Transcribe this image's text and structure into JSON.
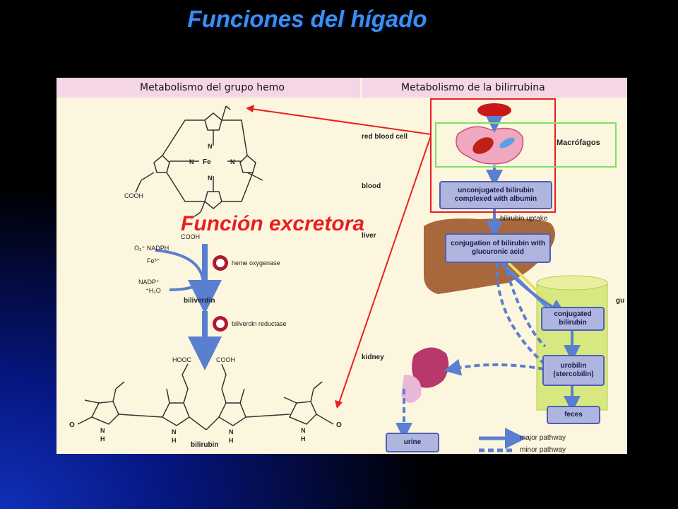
{
  "slide": {
    "title": "Funciones del hígado",
    "overlay": "Función excretora"
  },
  "left": {
    "header": "Metabolismo del grupo hemo",
    "heme": {
      "fe": "Fe",
      "n": "N",
      "cooh": "COOH"
    },
    "reaction1": {
      "inputs": "O₂⁺ NADPH",
      "fe": "Fe³⁺",
      "outputs": "NADP⁺",
      "water": "⁺H₂O",
      "enzyme": "heme oxygenase"
    },
    "biliverdin": "biliverdin",
    "enzyme2": "biliverdin reductase",
    "bilirubin": {
      "name": "bilirubin",
      "hooc": "HOOC",
      "cooh": "COOH",
      "o": "O",
      "nh": "N",
      "h": "H"
    }
  },
  "right": {
    "header": "Metabolismo de la bilirrubina",
    "row_labels": {
      "rbc": "red blood cell",
      "blood": "blood",
      "liver": "liver",
      "kidney": "kidney",
      "gut": "gu"
    },
    "macrophages": "Macrófagos",
    "boxes": {
      "unconjugated": "unconjugated bilirubin complexed with albumin",
      "conjugation": "conjugation of bilirubin with glucuronic acid",
      "conjugated": "conjugated bilirubin",
      "urobilin": "urobilin (stercobilin)",
      "feces": "feces",
      "urine": "urine"
    },
    "uptake": "bilirubin uptake",
    "legend": {
      "major": "major pathway",
      "minor": "minor pathway"
    }
  },
  "colors": {
    "title": "#3b8ef0",
    "overlay": "#e8201c",
    "arrow_blue": "#5a7fd0",
    "red_frame": "#e82020",
    "green_frame": "#7fe060"
  }
}
